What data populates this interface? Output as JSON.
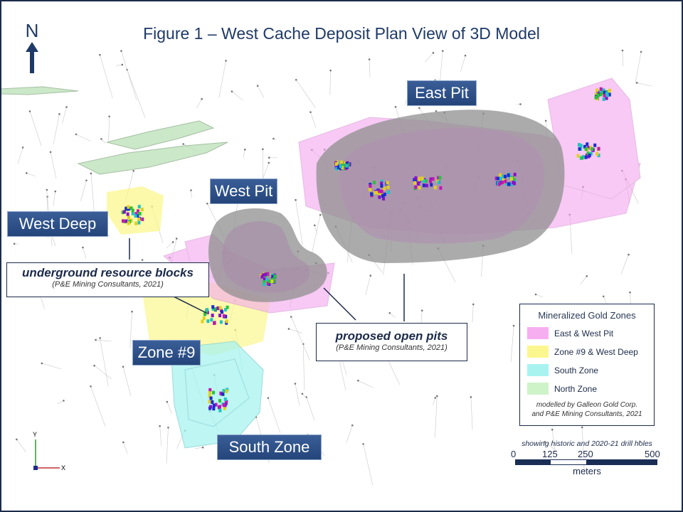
{
  "title": "Figure 1 – West Cache Deposit Plan View of 3D Model",
  "north_arrow": "N",
  "zone_labels": {
    "east_pit": "East Pit",
    "west_pit": "West Pit",
    "west_deep": "West Deep",
    "zone9": "Zone #9",
    "south_zone": "South Zone"
  },
  "callouts": {
    "underground": {
      "title": "underground resource blocks",
      "source": "(P&E Mining Consultants, 2021)"
    },
    "open_pits": {
      "title": "proposed open pits",
      "source": "(P&E Mining Consultants, 2021)"
    }
  },
  "legend": {
    "title": "Mineralized Gold Zones",
    "items": [
      {
        "label": "East & West Pit",
        "color": "#f7aef0"
      },
      {
        "label": "Zone #9 & West Deep",
        "color": "#fbf78f"
      },
      {
        "label": "South Zone",
        "color": "#a8f3f0"
      },
      {
        "label": "North Zone",
        "color": "#cff3c9"
      }
    ],
    "credit_line1": "modelled by Galleon Gold Corp.",
    "credit_line2": "and P&E Mining Consultants, 2021"
  },
  "scale_bar": {
    "note": "showing historic and 2020-21 drill holes",
    "ticks": [
      "0",
      "125",
      "250",
      "500"
    ],
    "unit": "meters"
  },
  "axes": {
    "y": "Y",
    "x": "X"
  }
}
